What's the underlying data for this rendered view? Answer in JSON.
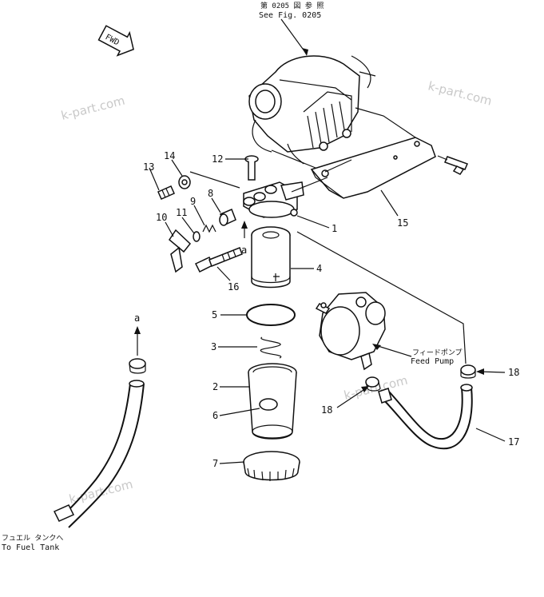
{
  "header": {
    "ref_jp": "第 0205 図 参 照",
    "ref_en": "See Fig. 0205"
  },
  "fwd_label": "FWD",
  "watermarks": [
    "k-part.com",
    "k-part.com",
    "k-part.com",
    "k-part.com"
  ],
  "callouts": {
    "p1": "1",
    "p2": "2",
    "p3": "3",
    "p4": "4",
    "p5": "5",
    "p6": "6",
    "p7": "7",
    "p8": "8",
    "p9": "9",
    "p10": "10",
    "p11": "11",
    "p12": "12",
    "p13": "13",
    "p14": "14",
    "p15": "15",
    "p16": "16",
    "p17": "17",
    "p18a": "18",
    "p18b": "18",
    "a1": "a",
    "a2": "a"
  },
  "feed_pump": {
    "jp": "フィードポンプ",
    "en": "Feed Pump"
  },
  "fuel_tank": {
    "jp": "フュエル タンクへ",
    "en": "To Fuel Tank"
  }
}
